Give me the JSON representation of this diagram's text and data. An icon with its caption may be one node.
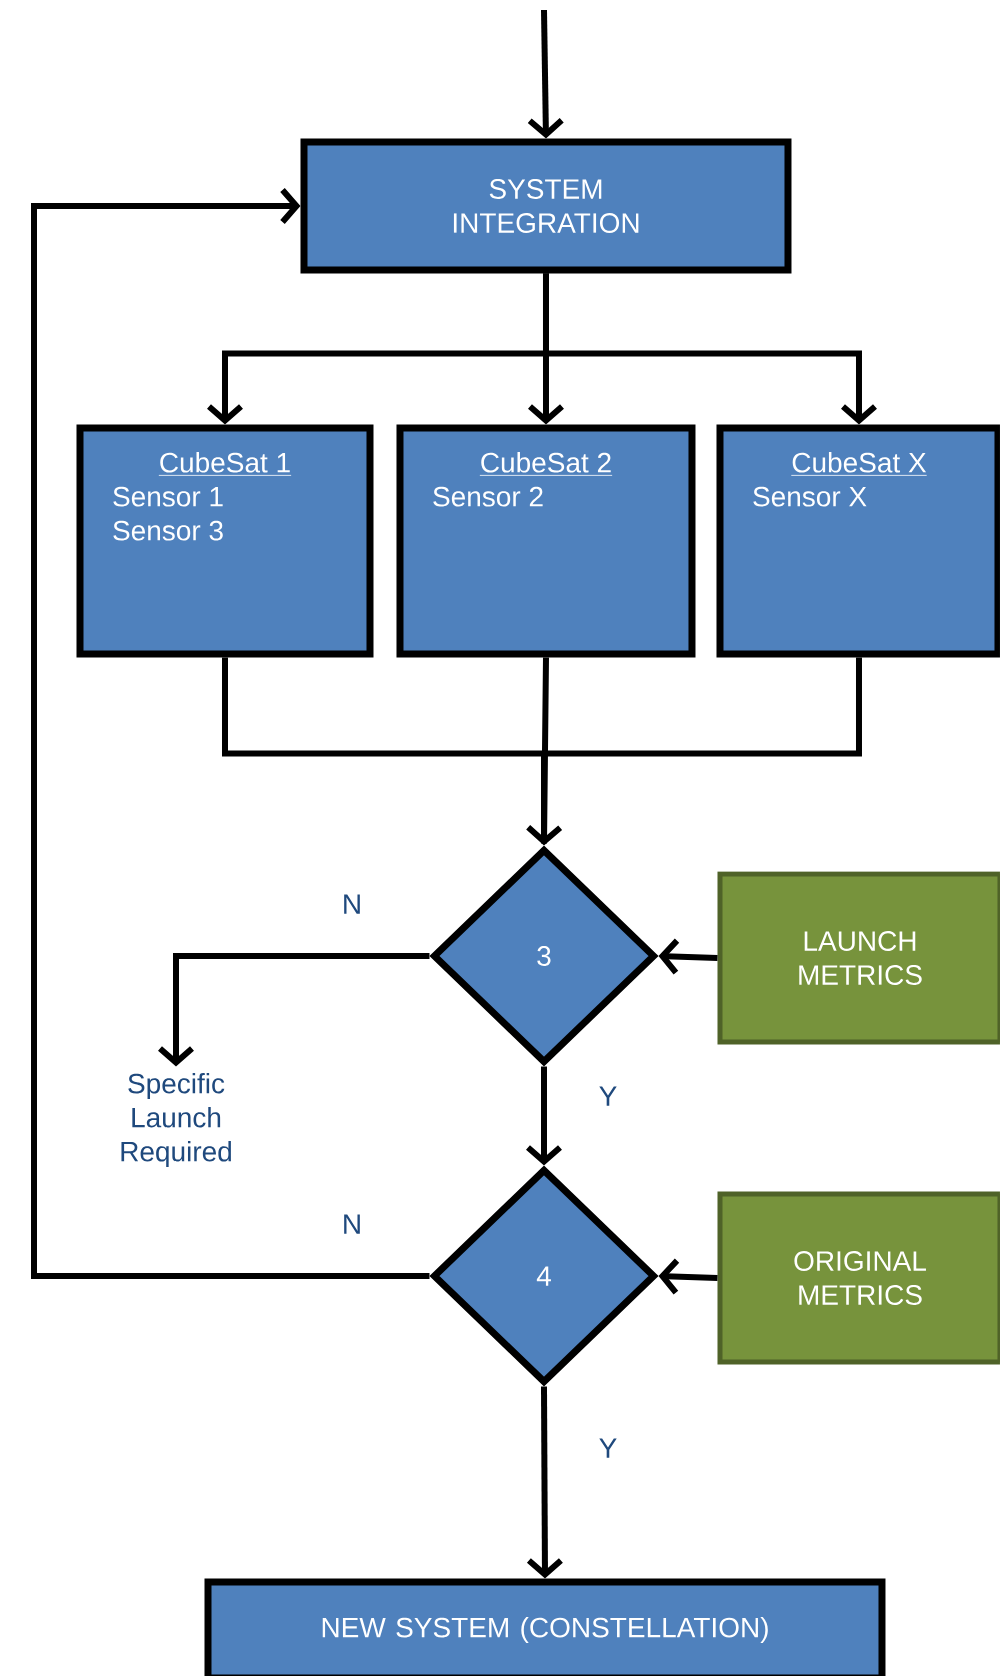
{
  "diagram": {
    "nodes": [
      {
        "text": [
          "SYSTEM INTEGRATION"
        ]
      },
      {
        "text": [
          "CubeSat 1",
          "Sensor 1",
          "Sensor 3"
        ]
      },
      {
        "text": [
          "CubeSat 2",
          "Sensor 2"
        ]
      },
      {
        "text": [
          "CubeSat X",
          "Sensor X"
        ]
      },
      {
        "text": [
          "3"
        ]
      },
      {
        "text": [
          "LAUNCH METRICS"
        ]
      },
      {
        "text": [
          "Specific Launch Required"
        ]
      },
      {
        "text": [
          "4"
        ]
      },
      {
        "text": [
          "ORIGINAL METRICS"
        ]
      },
      {
        "text": [
          "NEW SYSTEM (CONSTELLATION)"
        ]
      }
    ],
    "edges": [
      {
        "from": null,
        "to": 0,
        "arrow": "to"
      },
      {
        "from": 0,
        "to": 1,
        "arrow": "to"
      },
      {
        "from": 0,
        "to": 2,
        "arrow": "to"
      },
      {
        "from": 0,
        "to": 3,
        "arrow": "to"
      },
      {
        "from": 1,
        "to": 4,
        "arrow": "to"
      },
      {
        "from": 2,
        "to": 4,
        "arrow": "to"
      },
      {
        "from": 3,
        "to": 4,
        "arrow": "to"
      },
      {
        "from": 4,
        "to": 6,
        "arrow": "to",
        "label": "N"
      },
      {
        "from": 5,
        "to": 4,
        "arrow": "to"
      },
      {
        "from": 4,
        "to": 7,
        "arrow": "to",
        "label": "Y"
      },
      {
        "from": 8,
        "to": 7,
        "arrow": "to"
      },
      {
        "from": 7,
        "to": 0,
        "arrow": "to",
        "label": "N"
      },
      {
        "from": 7,
        "to": 9,
        "arrow": "to",
        "label": "Y"
      }
    ]
  }
}
